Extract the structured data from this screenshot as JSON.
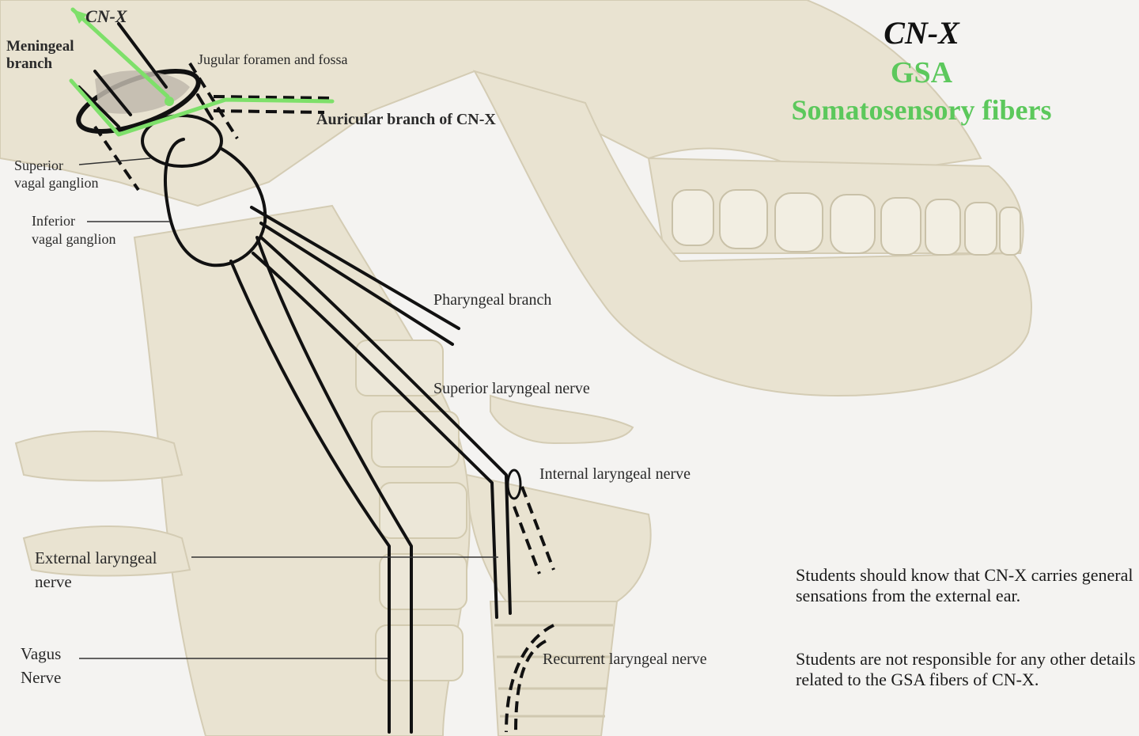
{
  "title": {
    "line1": "CN-X",
    "line2": "GSA",
    "line3": "Somatosensory fibers"
  },
  "labels": {
    "cnx_top": "CN-X",
    "meningeal_1": "Meningeal",
    "meningeal_2": "branch",
    "jugular": "Jugular foramen and fossa",
    "auricular": "Auricular branch of CN-X",
    "sup_ganglion_1": "Superior",
    "sup_ganglion_2": "vagal ganglion",
    "inf_ganglion_1": "Inferior",
    "inf_ganglion_2": "vagal ganglion",
    "pharyngeal": "Pharyngeal branch",
    "sup_laryngeal": "Superior laryngeal nerve",
    "int_laryngeal": "Internal laryngeal nerve",
    "ext_laryngeal_1": "External laryngeal",
    "ext_laryngeal_2": "nerve",
    "vagus_1": "Vagus",
    "vagus_2": "Nerve",
    "recurrent": "Recurrent laryngeal nerve"
  },
  "notes": {
    "note1": "Students should know that CN-X carries general sensations from the external ear.",
    "note2": "Students are not responsible for any other details related to the GSA fibers of CN-X."
  },
  "colors": {
    "title_black": "#111111",
    "gsa_green": "#5cc85c",
    "fiber_green": "#7ee06a",
    "bone": "#e7e1cf",
    "nerve": "#111111"
  }
}
